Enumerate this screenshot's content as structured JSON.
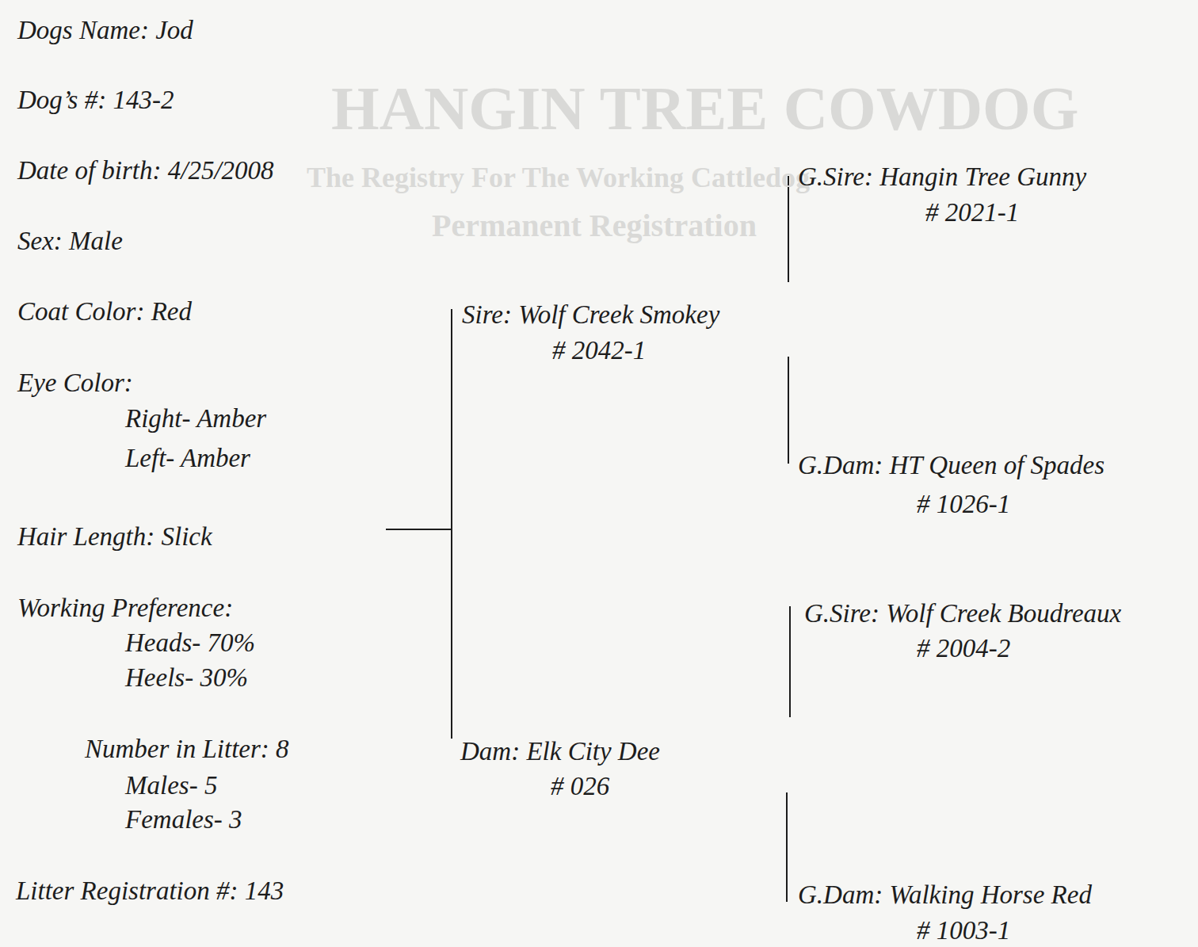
{
  "diagram": {
    "labels": [
      "HANGIN TREE COWDOG",
      "The Registry For The Working Cattledog",
      "Permanent Registration",
      "Dogs Name: Jod",
      "Dog’s #: 143-2",
      "Date of birth: 4/25/2008",
      "Sex: Male",
      "Coat Color: Red",
      "Eye Color:",
      "Right- Amber",
      "Left- Amber",
      "Hair Length: Slick",
      "Working Preference:",
      "Heads- 70%",
      "Heels- 30%",
      "Number in Litter: 8",
      "Males- 5",
      "Females- 3",
      "Litter Registration #: 143",
      "Sire: Wolf Creek Smokey",
      "# 2042-1",
      "Dam: Elk City Dee",
      "# 026",
      "G.Sire: Hangin Tree Gunny",
      "# 2021-1",
      "G.Dam: HT Queen of Spades",
      "# 1026-1",
      "G.Sire: Wolf Creek Boudreaux",
      "# 2004-2",
      "G.Dam: Walking Horse Red",
      "# 1003-1"
    ]
  }
}
